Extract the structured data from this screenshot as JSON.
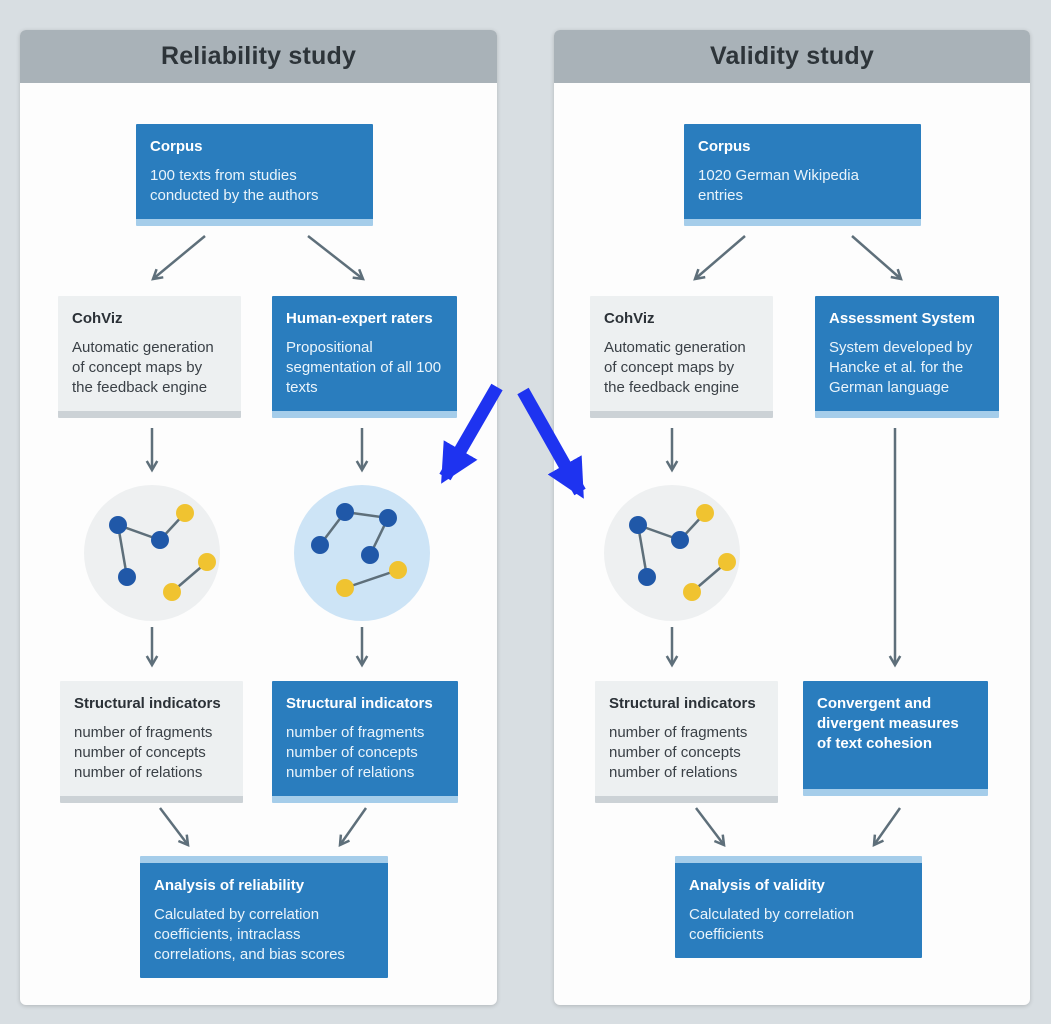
{
  "colors": {
    "background": "#d8dee2",
    "panel_bg": "#fdfdfd",
    "header_bg": "#a9b2b8",
    "header_text": "#2d3439",
    "blue_box": "#2a7dbe",
    "blue_box_strip": "#a5cdea",
    "blue_box_text": "#ffffff",
    "gray_box": "#edf0f1",
    "gray_box_strip": "#ccd2d6",
    "gray_box_text": "#2b3137",
    "arrow": "#5e6f7a",
    "big_arrow": "#1e33f0",
    "node_blue": "#2058a8",
    "node_yellow": "#f0c330",
    "circle_gray": "#eef0f1",
    "circle_blue": "#cde4f6"
  },
  "panels": [
    {
      "id": "reliability",
      "title": "Reliability study",
      "corpus": {
        "title": "Corpus",
        "body": "100 texts from studies conducted by the authors"
      },
      "left_method": {
        "title": "CohViz",
        "body": "Automatic generation of concept maps by the feedback engine"
      },
      "right_method": {
        "title": "Human-expert raters",
        "body": "Propositional segmentation of all 100 texts"
      },
      "left_indicators": {
        "title": "Structural indicators",
        "lines": [
          "number of fragments",
          "number of concepts",
          "number of relations"
        ]
      },
      "right_indicators": {
        "title": "Structural indicators",
        "lines": [
          "number of fragments",
          "number of concepts",
          "number of relations"
        ]
      },
      "analysis": {
        "title": "Analysis of reliability",
        "body": "Calculated by correlation coefficients, intraclass correlations, and bias scores"
      }
    },
    {
      "id": "validity",
      "title": "Validity study",
      "corpus": {
        "title": "Corpus",
        "body": "1020 German Wikipedia entries"
      },
      "left_method": {
        "title": "CohViz",
        "body": "Automatic generation of concept maps by the feedback engine"
      },
      "right_method": {
        "title": "Assessment System",
        "body": "System developed by Hancke et al. for the German language"
      },
      "left_indicators": {
        "title": "Structural indicators",
        "lines": [
          "number of fragments",
          "number of concepts",
          "number of relations"
        ]
      },
      "right_measures": {
        "title": "Convergent and divergent measures of text cohesion"
      },
      "analysis": {
        "title": "Analysis of validity",
        "body": "Calculated by correlation coefficients"
      }
    }
  ]
}
